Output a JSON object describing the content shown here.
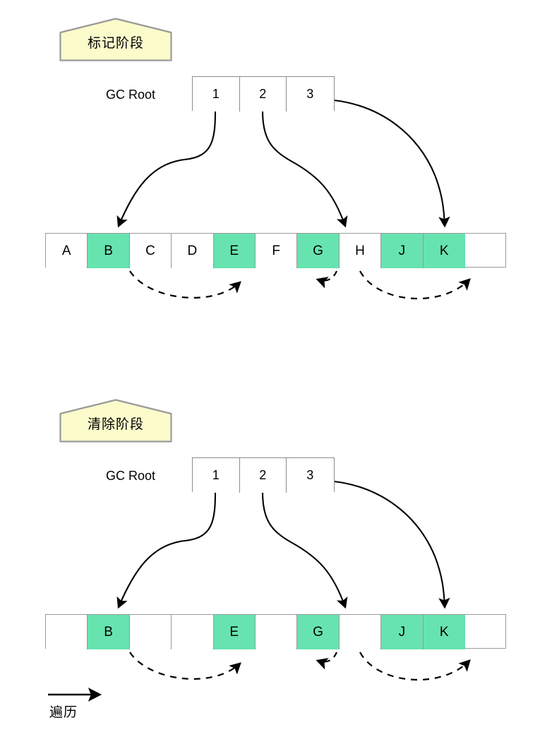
{
  "diagram": {
    "title": "Mark-Sweep GC diagram",
    "colors": {
      "alive": "#67e3b0",
      "banner_fill": "#fcfbcb",
      "banner_stroke": "#9a9a9a",
      "cell_stroke": "#9a9a9a",
      "arrow": "#000000"
    }
  },
  "sections": [
    {
      "id": "mark",
      "banner_label": "标记阶段",
      "gc_root_label": "GC Root",
      "root_cells": [
        "1",
        "2",
        "3"
      ],
      "heap_cells": [
        {
          "label": "A",
          "alive": false
        },
        {
          "label": "B",
          "alive": true
        },
        {
          "label": "C",
          "alive": false
        },
        {
          "label": "D",
          "alive": false
        },
        {
          "label": "E",
          "alive": true
        },
        {
          "label": "F",
          "alive": false
        },
        {
          "label": "G",
          "alive": true
        },
        {
          "label": "H",
          "alive": false
        },
        {
          "label": "J",
          "alive": true
        },
        {
          "label": "K",
          "alive": true
        }
      ]
    },
    {
      "id": "sweep",
      "banner_label": "清除阶段",
      "gc_root_label": "GC Root",
      "root_cells": [
        "1",
        "2",
        "3"
      ],
      "heap_cells": [
        {
          "label": "",
          "alive": false
        },
        {
          "label": "B",
          "alive": true
        },
        {
          "label": "",
          "alive": false
        },
        {
          "label": "",
          "alive": false
        },
        {
          "label": "E",
          "alive": true
        },
        {
          "label": "",
          "alive": false
        },
        {
          "label": "G",
          "alive": true
        },
        {
          "label": "",
          "alive": false
        },
        {
          "label": "J",
          "alive": true
        },
        {
          "label": "K",
          "alive": true
        }
      ]
    }
  ],
  "legend": {
    "label": "遍历",
    "arrow_icon": "right-arrow-icon"
  }
}
